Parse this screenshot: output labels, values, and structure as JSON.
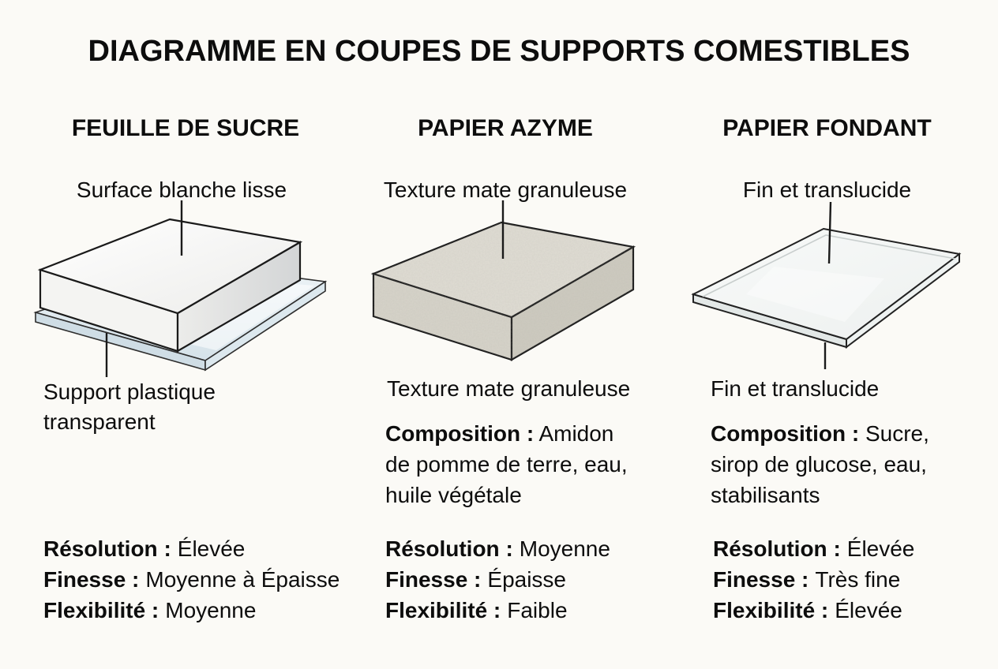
{
  "title": "DIAGRAMME EN COUPES DE SUPPORTS COMESTIBLES",
  "columns": [
    {
      "header": "FEUILLE DE SUCRE",
      "callout_top": "Surface blanche lisse",
      "callout_bottom": "Support plastique transparent",
      "illustration": "white-sugar-sheet-on-transparent-plastic-support",
      "stats": [
        {
          "label": "Résolution :",
          "value": "Élevée"
        },
        {
          "label": "Finesse :",
          "value": "Moyenne à Épaisse"
        },
        {
          "label": "Flexibilité :",
          "value": "Moyenne"
        }
      ]
    },
    {
      "header": "PAPIER AZYME",
      "callout_top": "Texture mate granuleuse",
      "callout_bottom": "Texture mate granuleuse",
      "illustration": "thick-grainy-wafer-slab",
      "composition": {
        "label": "Composition :",
        "value": "Amidon de pomme de terre, eau, huile végétale"
      },
      "stats": [
        {
          "label": "Résolution :",
          "value": "Moyenne"
        },
        {
          "label": "Finesse :",
          "value": "Épaisse"
        },
        {
          "label": "Flexibilité :",
          "value": "Faible"
        }
      ]
    },
    {
      "header": "PAPIER FONDANT",
      "callout_top": "Fin et translucide",
      "callout_bottom": "Fin et translucide",
      "illustration": "thin-translucent-fondant-sheet",
      "composition": {
        "label": "Composition :",
        "value": "Sucre, sirop de glucose, eau, stabilisants"
      },
      "stats": [
        {
          "label": "Résolution :",
          "value": "Élevée"
        },
        {
          "label": "Finesse :",
          "value": "Très fine"
        },
        {
          "label": "Flexibilité :",
          "value": "Élevée"
        }
      ]
    }
  ],
  "colors": {
    "background": "#fbfaf6",
    "text": "#0d0d0d",
    "outline": "#1a1a1a",
    "sugar_sheet_face": "#ffffff",
    "plastic_support_tint": "#dde8ee",
    "wafer_slab_tint": "#dbd8cd",
    "fondant_sheet_tint": "#f4f6f5"
  }
}
